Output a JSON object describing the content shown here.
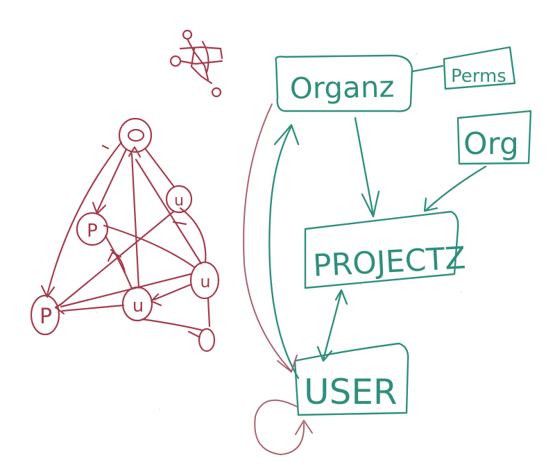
{
  "whiteboard": {
    "colors": {
      "teal_marker": "#2f8f7c",
      "red_marker": "#a33a4b",
      "background": "#ffffff"
    },
    "boxes": {
      "organizations": "Organz",
      "permissions": "Perms",
      "org": "Org",
      "projects": "PROJECTZ",
      "user": "USER"
    },
    "graph_nodes": {
      "top_node": "o",
      "node_p_upper": "P",
      "node_u_upper_right": "u",
      "node_u_middle": "u",
      "node_u_right": "u",
      "node_p_left": "P"
    }
  }
}
